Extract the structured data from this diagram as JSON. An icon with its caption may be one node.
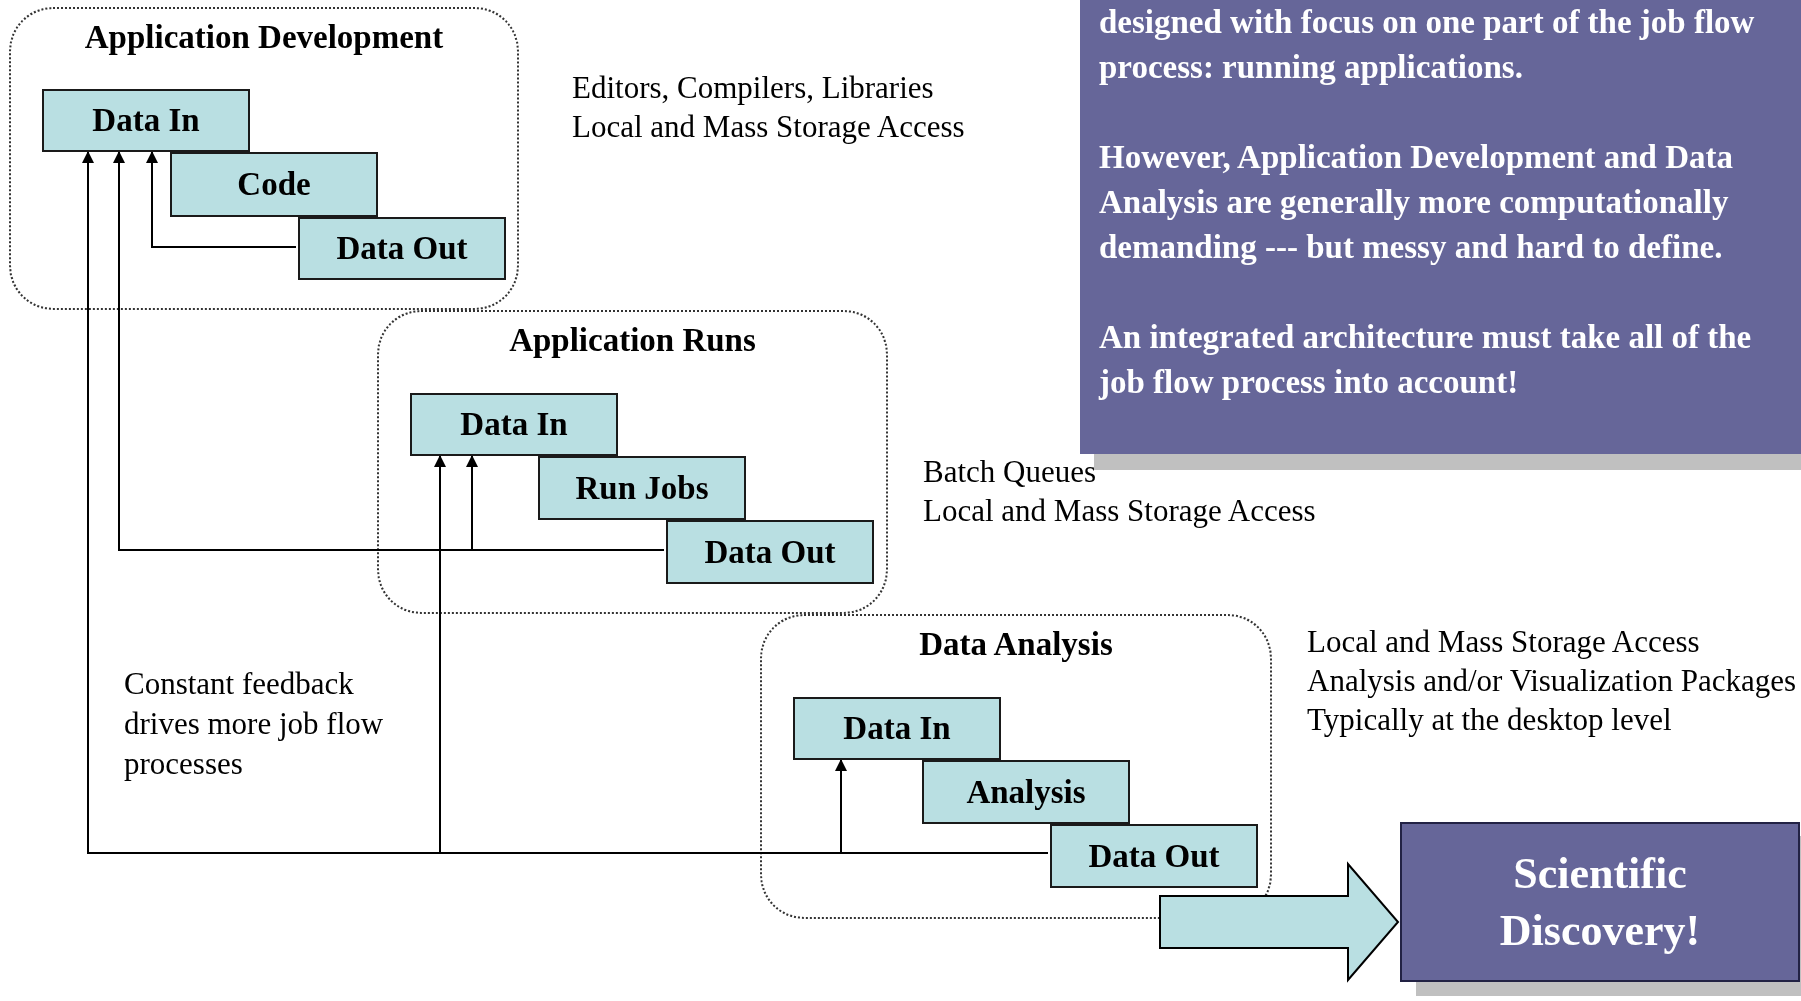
{
  "diagram": {
    "nodes": [
      {
        "text": [
          "Application Development"
        ],
        "beside": [
          "Editors, Compilers, Libraries",
          "Local and Mass Storage Access"
        ]
      },
      {
        "text": [
          "Data In"
        ],
        "in": 0
      },
      {
        "text": [
          "Code"
        ],
        "in": 0
      },
      {
        "text": [
          "Data Out"
        ],
        "in": 0
      },
      {
        "text": [
          "Application Runs"
        ],
        "beside": [
          "Batch Queues",
          "Local and Mass Storage Access"
        ]
      },
      {
        "text": [
          "Data In"
        ],
        "in": 4
      },
      {
        "text": [
          "Run Jobs"
        ],
        "in": 4
      },
      {
        "text": [
          "Data Out"
        ],
        "in": 4
      },
      {
        "text": [
          "Data Analysis"
        ],
        "beside": [
          "Local and Mass Storage Access",
          "Analysis and/or Visualization Packages",
          "Typically at the desktop level"
        ]
      },
      {
        "text": [
          "Data In"
        ],
        "in": 8
      },
      {
        "text": [
          "Analysis"
        ],
        "in": 8
      },
      {
        "text": [
          "Data Out"
        ],
        "in": 8
      },
      {
        "text": [
          "Scientific Discovery!"
        ]
      }
    ],
    "edges": [
      {
        "from": 3,
        "to": 1,
        "arrow": "to"
      },
      {
        "from": 7,
        "to": 1,
        "arrow": "to"
      },
      {
        "from": 7,
        "to": 5,
        "arrow": "to"
      },
      {
        "from": 11,
        "to": 1,
        "arrow": "to"
      },
      {
        "from": 11,
        "to": 5,
        "arrow": "to"
      },
      {
        "from": 11,
        "to": 9,
        "arrow": "to"
      },
      {
        "from": null,
        "to": 12,
        "arrow": "to",
        "style": "thick",
        "color": "#b9dfe2"
      }
    ],
    "labels": [
      "Constant feedback drives more job flow processes",
      "designed with focus on one part of the job flow process: running applications.",
      "However, Application Development and Data Analysis are generally more computationally demanding  --- but messy and hard to define.",
      "An integrated architecture must take all of the job flow process into account!"
    ]
  }
}
